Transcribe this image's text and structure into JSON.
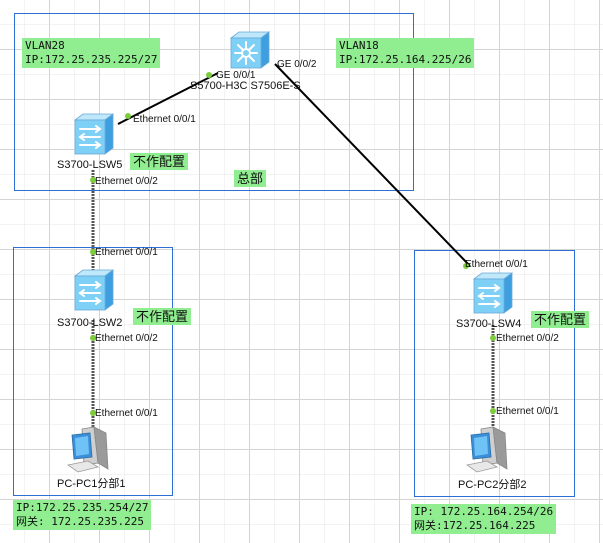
{
  "areas": {
    "hq": {
      "label": "总部",
      "vlan_left": "VLAN28",
      "ip_left": "IP:172.25.235.225/27",
      "vlan_right": "VLAN18",
      "ip_right": "IP:172.25.164.225/26"
    },
    "branch1": {
      "ip": "IP:172.25.235.254/27",
      "gateway": "网关: 172.25.235.225"
    },
    "branch2": {
      "ip": "IP: 172.25.164.254/26",
      "gateway": "网关:172.25.164.225"
    }
  },
  "devices": {
    "core": {
      "name": "S5700-H3C S7506E-S",
      "port_a": "GE 0/0/1",
      "port_b": "GE 0/0/2"
    },
    "lsw5": {
      "name": "S3700-LSW5",
      "note": "不作配置",
      "port_up": "Ethernet 0/0/1",
      "port_down": "Ethernet 0/0/2"
    },
    "lsw2": {
      "name": "S3700-LSW2",
      "note": "不作配置",
      "port_up": "Ethernet 0/0/1",
      "port_down": "Ethernet 0/0/2"
    },
    "lsw4": {
      "name": "S3700-LSW4",
      "note": "不作配置",
      "port_up": "Ethernet 0/0/1",
      "port_down": "Ethernet 0/0/2"
    },
    "pc1": {
      "name": "PC-PC1分部1",
      "port": "Ethernet 0/0/1"
    },
    "pc2": {
      "name": "PC-PC2分部2",
      "port": "Ethernet 0/0/1"
    }
  },
  "colors": {
    "area_border": "#2e6fd6",
    "label_bg": "#90ee90",
    "port_dot": "#7ccd3b",
    "device_blue": "#4fb6f0"
  }
}
